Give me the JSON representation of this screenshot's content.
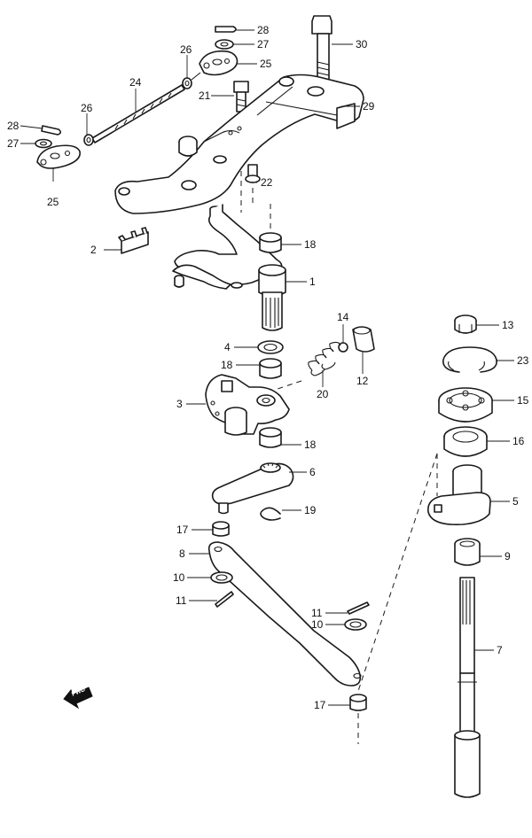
{
  "fwd_label": "FWD",
  "labels": {
    "l28a": "28",
    "l27a": "27",
    "l30": "30",
    "l26a": "26",
    "l25a": "25",
    "l24": "24",
    "l21": "21",
    "l29": "29",
    "l28b": "28",
    "l26b": "26",
    "l27b": "27",
    "l25b": "25",
    "l22": "22",
    "l18a": "18",
    "l2": "2",
    "l1": "1",
    "l14": "14",
    "l13": "13",
    "l4": "4",
    "l23": "23",
    "l18b": "18",
    "l12": "12",
    "l20": "20",
    "l15": "15",
    "l3": "3",
    "l18c": "18",
    "l16": "16",
    "l6": "6",
    "l5": "5",
    "l19": "19",
    "l17a": "17",
    "l8": "8",
    "l9": "9",
    "l10a": "10",
    "l11a": "11",
    "l7": "7",
    "l11b": "11",
    "l10b": "10",
    "l17b": "17"
  }
}
